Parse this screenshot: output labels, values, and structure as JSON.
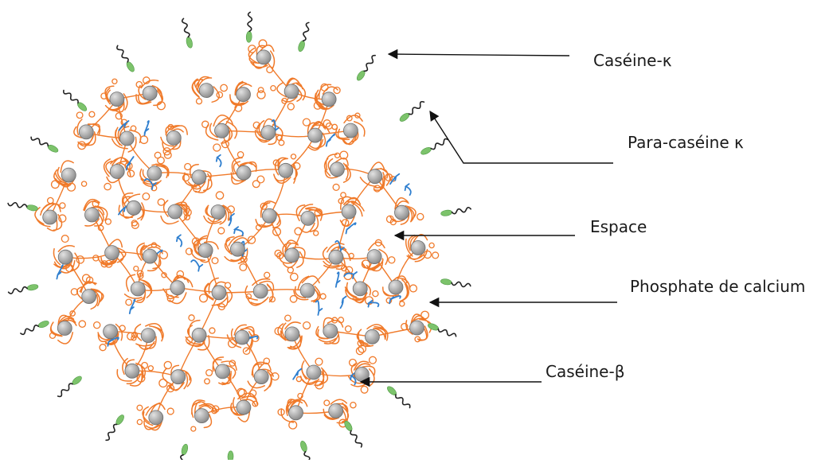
{
  "diagram": {
    "labels": {
      "kappa_casein": "Caséine-κ",
      "para_kappa_casein": "Para-caséine κ",
      "space": "Espace",
      "calcium_phosphate": "Phosphate de calcium",
      "beta_casein": "Caséine-β"
    },
    "colors": {
      "background": "#ffffff",
      "submicelle_strand": "#f07a2a",
      "calcium_phosphate": "#8c8c8c",
      "calcium_phosphate_highlight": "#e2e2e2",
      "beta_casein": "#2f7fcf",
      "kappa_tail": "#222222",
      "para_kappa": "#7cc36b",
      "arrow": "#111111",
      "text": "#1a1a1a"
    }
  }
}
